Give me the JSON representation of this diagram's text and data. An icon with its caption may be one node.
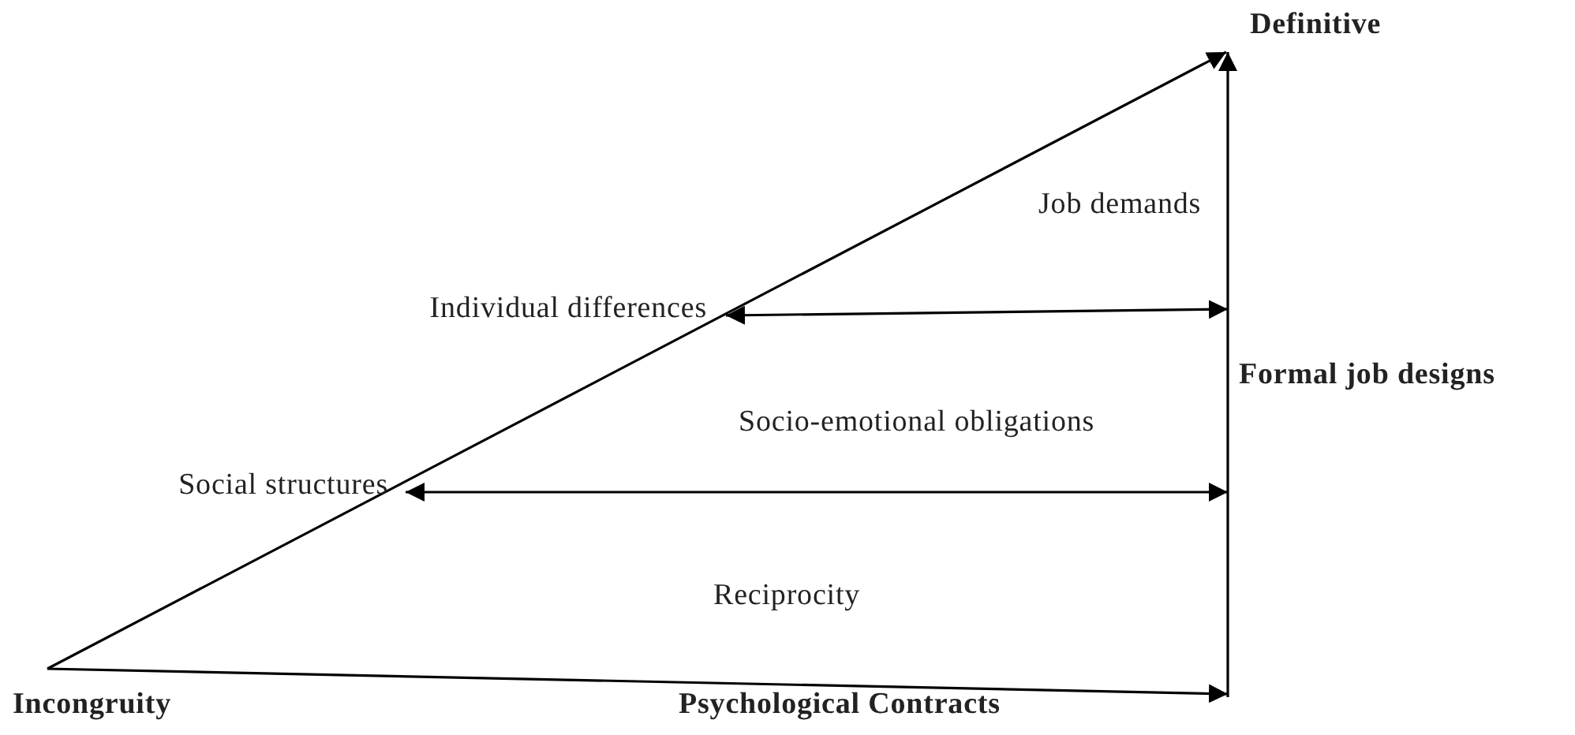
{
  "diagram": {
    "nodes": [
      {
        "text": [
          "Incongruity"
        ]
      },
      {
        "text": [
          "Definitive"
        ]
      },
      {
        "text": [
          "Individual differences"
        ]
      },
      {
        "text": [
          "Social structures"
        ]
      }
    ],
    "edges": [
      {
        "from": 0,
        "to": 1,
        "arrow": "to"
      },
      {
        "from": 0,
        "to": null,
        "arrow": "to",
        "label": "Psychological Contracts"
      },
      {
        "from": null,
        "to": 1,
        "arrow": "to",
        "label": "Formal job designs"
      },
      {
        "from": 2,
        "to": null,
        "arrow": "both"
      },
      {
        "from": 3,
        "to": null,
        "arrow": "both"
      }
    ],
    "labels": [
      "Job demands",
      "Socio-emotional obligations",
      "Reciprocity"
    ]
  }
}
